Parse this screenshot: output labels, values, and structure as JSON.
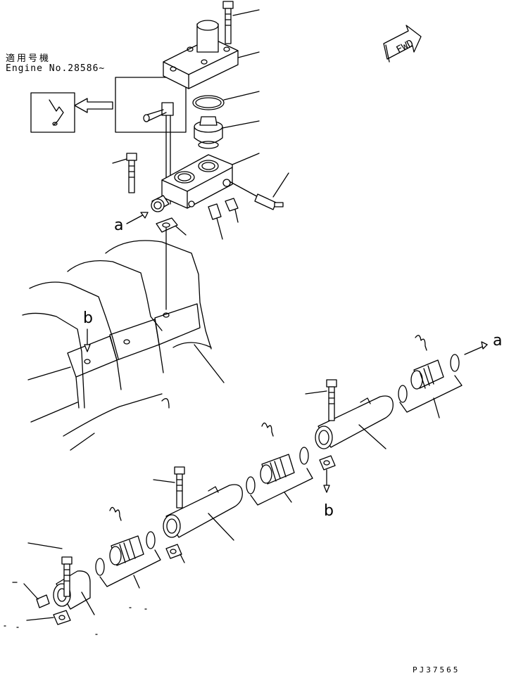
{
  "notes": {
    "applicable_model": "適用号機",
    "engine_number": "Engine No.28586~"
  },
  "references": {
    "a_top": "a",
    "a_right": "a",
    "b_left": "b",
    "b_bottom": "b"
  },
  "fwd_label": "FWD",
  "drawing_code": "PJ37565",
  "colors": {
    "ink": "#000000",
    "paper": "#ffffff"
  }
}
